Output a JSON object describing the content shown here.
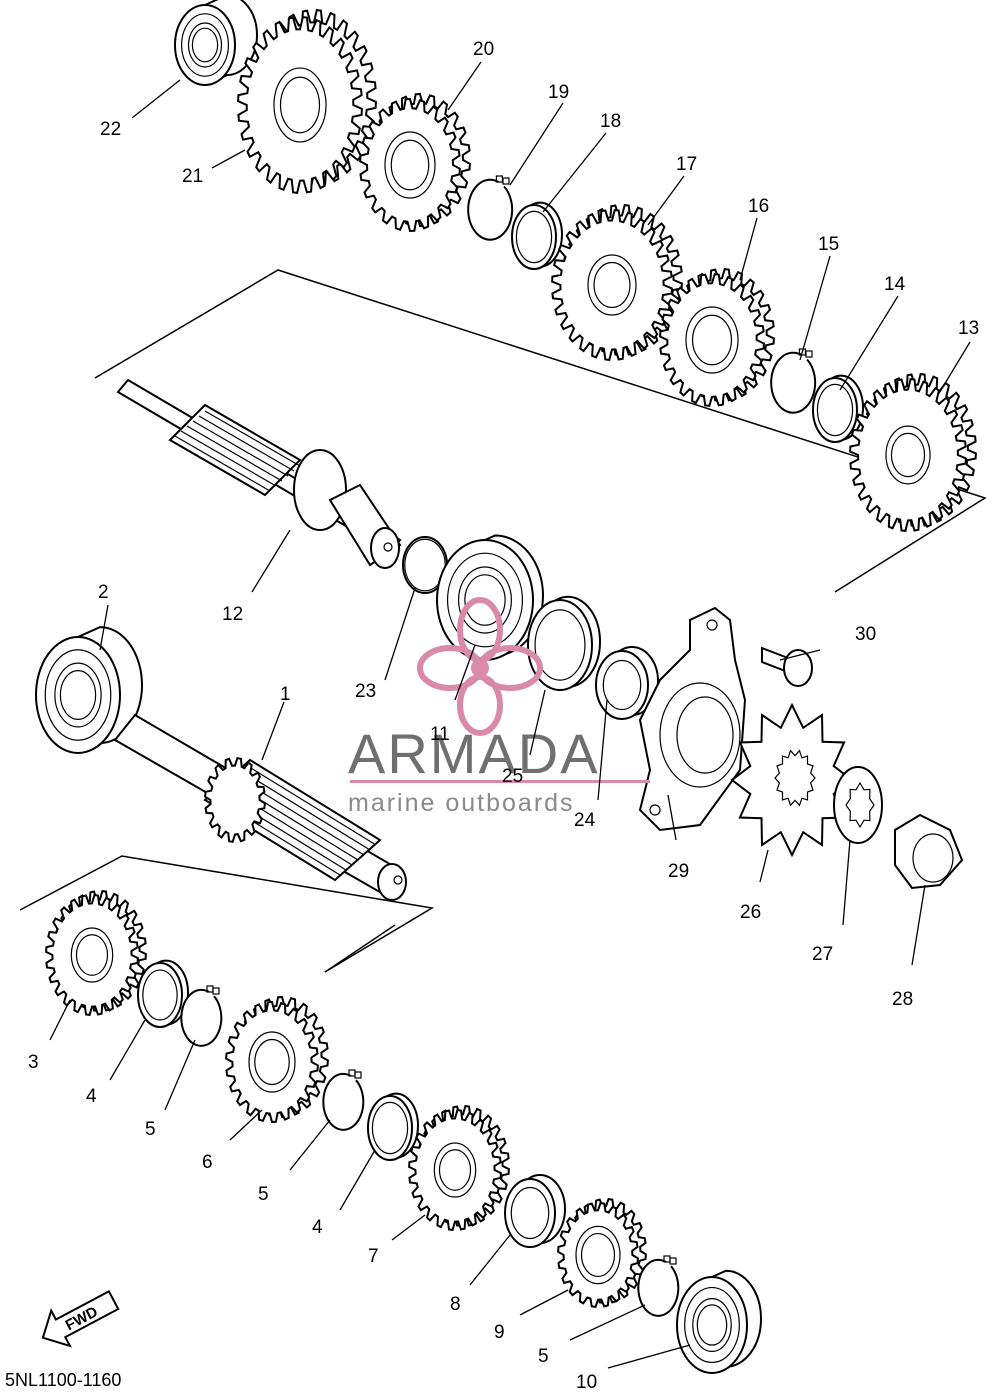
{
  "diagram_code": "5NL1100-1160",
  "fwd_label": "FWD",
  "watermark": {
    "title": "ARMADA",
    "subtitle": "marine outboards",
    "accent_color": "#d98aa8"
  },
  "callouts": [
    {
      "id": "c1",
      "text": "1"
    },
    {
      "id": "c2",
      "text": "2"
    },
    {
      "id": "c3",
      "text": "3"
    },
    {
      "id": "c4a",
      "text": "4"
    },
    {
      "id": "c5a",
      "text": "5"
    },
    {
      "id": "c6",
      "text": "6"
    },
    {
      "id": "c5b",
      "text": "5"
    },
    {
      "id": "c4b",
      "text": "4"
    },
    {
      "id": "c7",
      "text": "7"
    },
    {
      "id": "c8",
      "text": "8"
    },
    {
      "id": "c9",
      "text": "9"
    },
    {
      "id": "c5c",
      "text": "5"
    },
    {
      "id": "c10",
      "text": "10"
    },
    {
      "id": "c11",
      "text": "11"
    },
    {
      "id": "c12",
      "text": "12"
    },
    {
      "id": "c13",
      "text": "13"
    },
    {
      "id": "c14",
      "text": "14"
    },
    {
      "id": "c15",
      "text": "15"
    },
    {
      "id": "c16",
      "text": "16"
    },
    {
      "id": "c17",
      "text": "17"
    },
    {
      "id": "c18",
      "text": "18"
    },
    {
      "id": "c19",
      "text": "19"
    },
    {
      "id": "c20",
      "text": "20"
    },
    {
      "id": "c21",
      "text": "21"
    },
    {
      "id": "c22",
      "text": "22"
    },
    {
      "id": "c23",
      "text": "23"
    },
    {
      "id": "c24",
      "text": "24"
    },
    {
      "id": "c25",
      "text": "25"
    },
    {
      "id": "c26",
      "text": "26"
    },
    {
      "id": "c27",
      "text": "27"
    },
    {
      "id": "c28",
      "text": "28"
    },
    {
      "id": "c29",
      "text": "29"
    },
    {
      "id": "c30",
      "text": "30"
    }
  ]
}
